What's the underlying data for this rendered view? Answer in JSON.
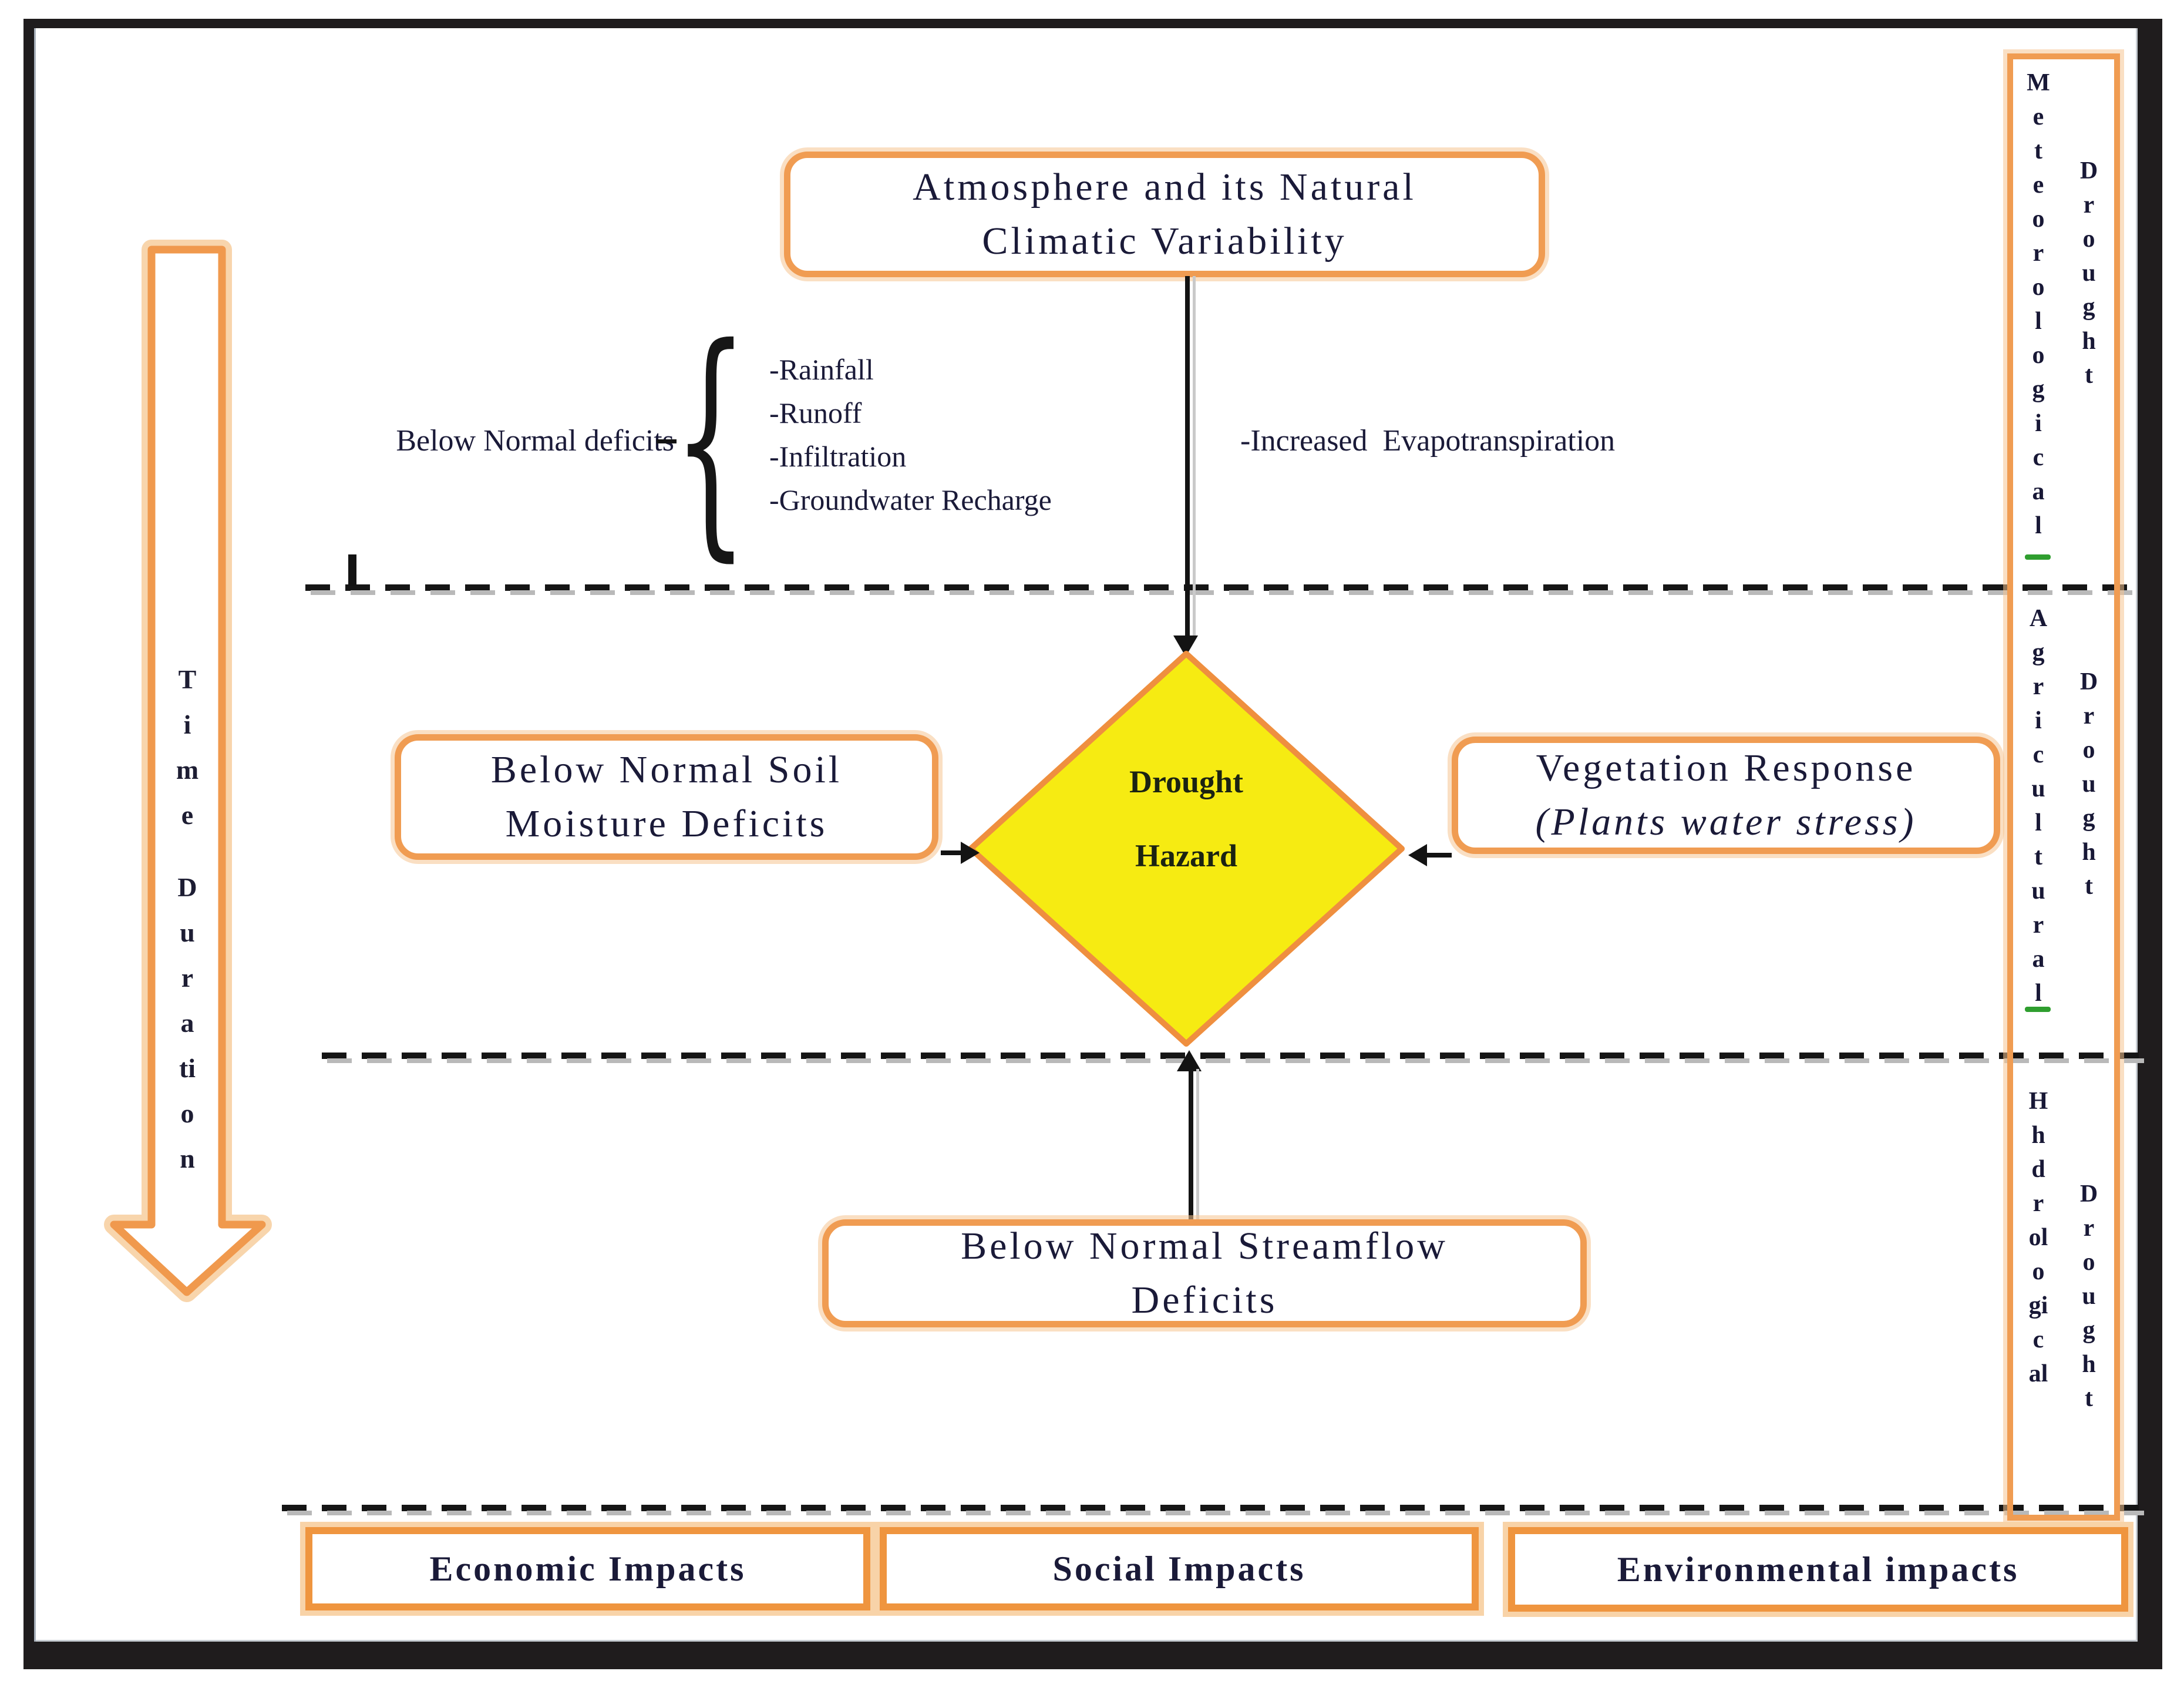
{
  "figure": {
    "type": "flow-diagram",
    "topic": "Drought hazard propagation over time"
  },
  "colors": {
    "box_border_orange": "#F09C52",
    "box_glow_orange": "#F6C492",
    "diamond_fill_yellow": "#F6EB12",
    "diamond_border_orange": "#EF8F3F",
    "line_black": "#131313",
    "dash_echo_gray": "#B9B9B9",
    "spellcheck_green": "#2F9E2F",
    "text_dark": "#1A1A38",
    "frame_black": "#1F1C1D"
  },
  "top_box": {
    "label": "Atmosphere and its Natural Climatic Variability",
    "lines": [
      "Atmosphere and its Natural",
      "Climatic Variability"
    ]
  },
  "deficits": {
    "label": "Below Normal deficits",
    "brace_glyph": "{",
    "items": [
      "-Rainfall",
      "-Runoff",
      "-Infiltration",
      "-Groundwater Recharge"
    ]
  },
  "evap": {
    "label": "-Increased  Evapotranspiration"
  },
  "diamond": {
    "label": "Drought Hazard",
    "lines": [
      "Drought",
      "Hazard"
    ]
  },
  "left_box": {
    "label": "Below Normal Soil Moisture Deficits",
    "lines": [
      "Below Normal Soil",
      "Moisture Deficits"
    ]
  },
  "right_box": {
    "label": "Vegetation Response (Plants water stress)",
    "line1": "Vegetation Response",
    "line2": "(Plants water stress)"
  },
  "stream_box": {
    "label": "Below Normal Streamflow Deficits",
    "lines": [
      "Below Normal Streamflow",
      "Deficits"
    ]
  },
  "time_arrow": {
    "label": "Time Duration",
    "word1_letters": [
      "T",
      "i",
      "m",
      "e"
    ],
    "word2_letters": [
      "D",
      "u",
      "r",
      "a",
      "ti",
      "o",
      "n"
    ]
  },
  "strip": {
    "sections": [
      {
        "label": "Meteorological Drought",
        "col1_word": "Meteorological",
        "col1": [
          "M",
          "e",
          "t",
          "e",
          "o",
          "r",
          "o",
          "l",
          "o",
          "g",
          "i",
          "c",
          "a",
          "l"
        ],
        "col2_word": "Drought",
        "col2": [
          "D",
          "r",
          "o",
          "u",
          "g",
          "h",
          "t"
        ]
      },
      {
        "label": "Agricultural Drought",
        "col1_word": "Agricultural",
        "col1": [
          "A",
          "g",
          "r",
          "i",
          "c",
          "u",
          "l",
          "t",
          "u",
          "r",
          "a",
          "l"
        ],
        "col2_word": "Drought",
        "col2": [
          "D",
          "r",
          "o",
          "u",
          "g",
          "h",
          "t"
        ]
      },
      {
        "label": "Hydrological Drought",
        "col1_word_as_shown": "Hhdrological",
        "col1": [
          "H",
          "h",
          "d",
          "r",
          "ol",
          "o",
          "gi",
          "c",
          "al"
        ],
        "col2_word": "Drought",
        "col2": [
          "D",
          "r",
          "o",
          "u",
          "g",
          "h",
          "t"
        ]
      }
    ]
  },
  "impacts_row": {
    "boxes": [
      {
        "label": "Economic Impacts"
      },
      {
        "label": "Social Impacts"
      },
      {
        "label": "Environmental impacts"
      }
    ]
  }
}
